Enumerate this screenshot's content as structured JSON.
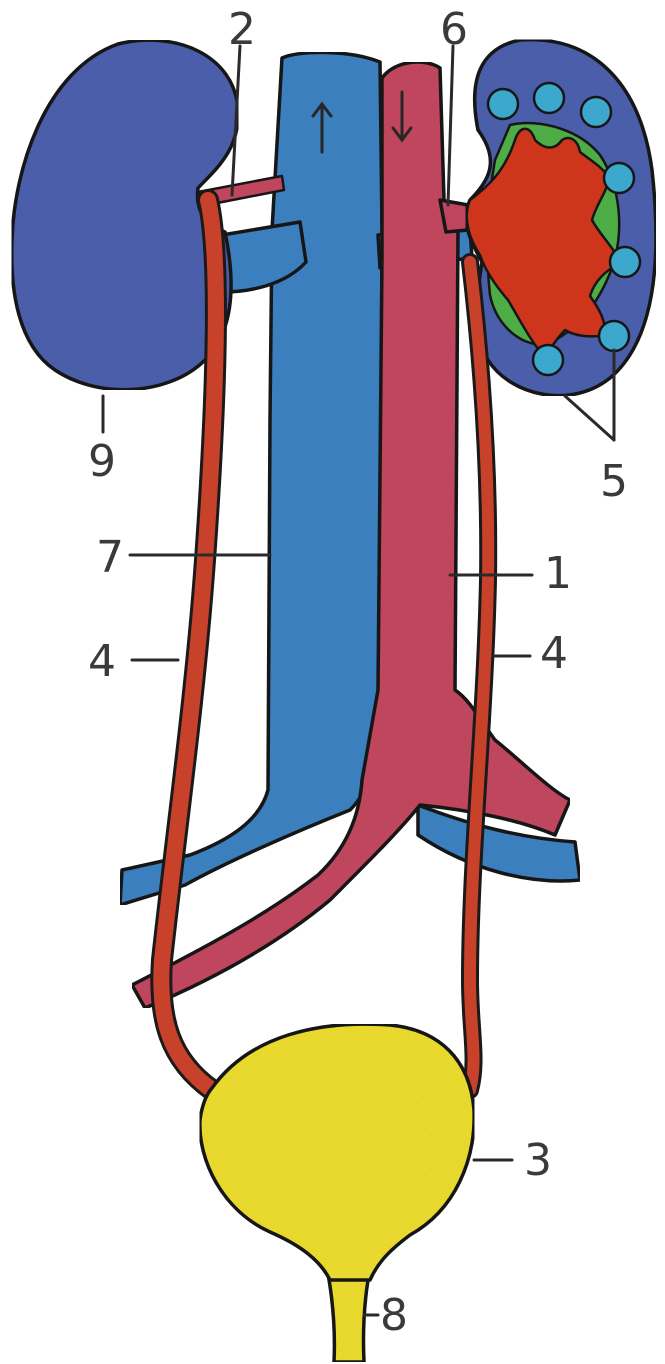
{
  "labels": {
    "aorta": "1",
    "renal_vessels": "2",
    "bladder": "3",
    "ureter_left": "4",
    "ureter_right": "4",
    "calyces": "5",
    "renal_artery": "6",
    "vena_cava": "7",
    "urethra": "8",
    "kidney": "9"
  },
  "colors": {
    "kidney": "#4f63b3",
    "vein": "#3f86c8",
    "artery": "#c94a63",
    "ureter": "#c8412b",
    "pelvis": "#d9391f",
    "calyx_cap": "#3fb1d8",
    "fat": "#52b64a",
    "bladder": "#f4e431",
    "outline": "#1a1a1a"
  }
}
